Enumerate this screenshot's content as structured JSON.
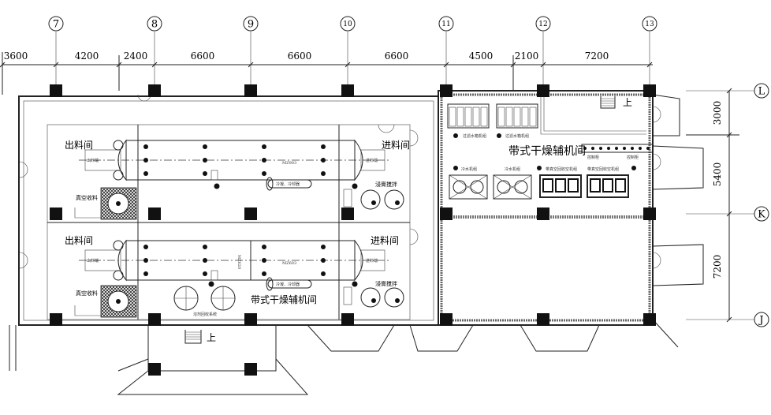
{
  "drawing": {
    "grid_columns": [
      "7",
      "8",
      "9",
      "10",
      "11",
      "12",
      "13"
    ],
    "grid_rows": [
      "L",
      "K",
      "J"
    ],
    "dims_horizontal": [
      "3600",
      "4200",
      "2400",
      "6600",
      "6600",
      "6600",
      "4500",
      "2100",
      "7200"
    ],
    "dims_vertical": [
      "3000",
      "5400",
      "7200"
    ],
    "rooms": {
      "outlet_room_1": "出料间",
      "inlet_room_1": "进料间",
      "outlet_room_2": "出料间",
      "inlet_room_2": "进料间",
      "aux_room_left": "带式干燥辅机间",
      "aux_room_right": "带式干燥辅机间"
    },
    "equipment": {
      "outlet_end": "出料端",
      "inlet_end": "进料端",
      "vacuum_collect": "真空收料",
      "extract_mix": "浸膏搅拌",
      "dryer_model_1": "MZ903",
      "dryer_model_2": "MZ603",
      "dryer_model_mid": "MZ620",
      "condenser": "冷凝、冷却器",
      "chiller": "冷水机组",
      "control_cabinet": "控制柜",
      "vacuum_unit": "带真空回收空机组",
      "water_unit": "过滤水箱机组",
      "recovery_system": "溶剂回收系统",
      "stair_up": "上"
    },
    "colors": {
      "line": "#222222",
      "column": "#111111"
    }
  }
}
